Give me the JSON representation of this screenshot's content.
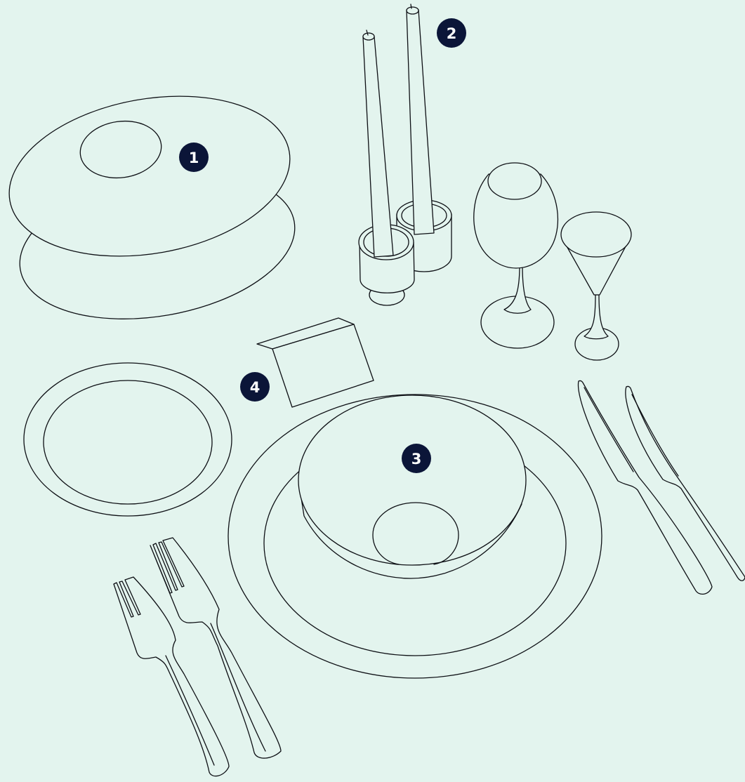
{
  "colors": {
    "background": "#e3f4ee",
    "line": "#0d0f14",
    "marker_fill": "#0b1538",
    "marker_text": "#ffffff"
  },
  "markers": [
    {
      "id": "marker-1",
      "label": "1",
      "refers_to": "serving-platters"
    },
    {
      "id": "marker-2",
      "label": "2",
      "refers_to": "candles"
    },
    {
      "id": "marker-3",
      "label": "3",
      "refers_to": "dinner-plate-and-bowl"
    },
    {
      "id": "marker-4",
      "label": "4",
      "refers_to": "place-card"
    }
  ]
}
